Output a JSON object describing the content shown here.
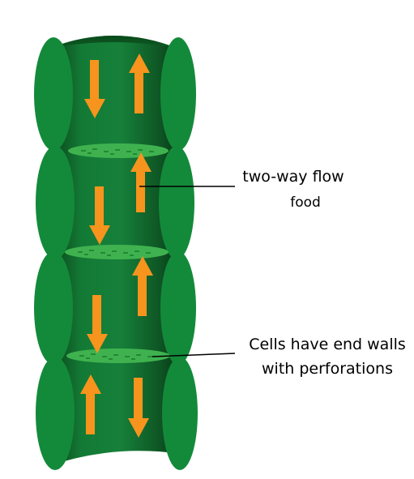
{
  "labels": {
    "flow_line1": "two-way flow",
    "flow_line2": "food",
    "walls_line1": "Cells have end walls",
    "walls_line2": "with perforations"
  },
  "colors": {
    "tube_dark": "#0b4a1c",
    "tube_mid": "#137a35",
    "tube_light": "#1f8a3a",
    "cell_side": "#138a3a",
    "sieve_plate": "#3fb24f",
    "sieve_dash": "#1c7a2c",
    "arrow": "#f7941d",
    "leader_line": "#000000"
  },
  "arrow_directions": [
    "down",
    "up",
    "down",
    "up",
    "down",
    "up",
    "up",
    "down"
  ]
}
